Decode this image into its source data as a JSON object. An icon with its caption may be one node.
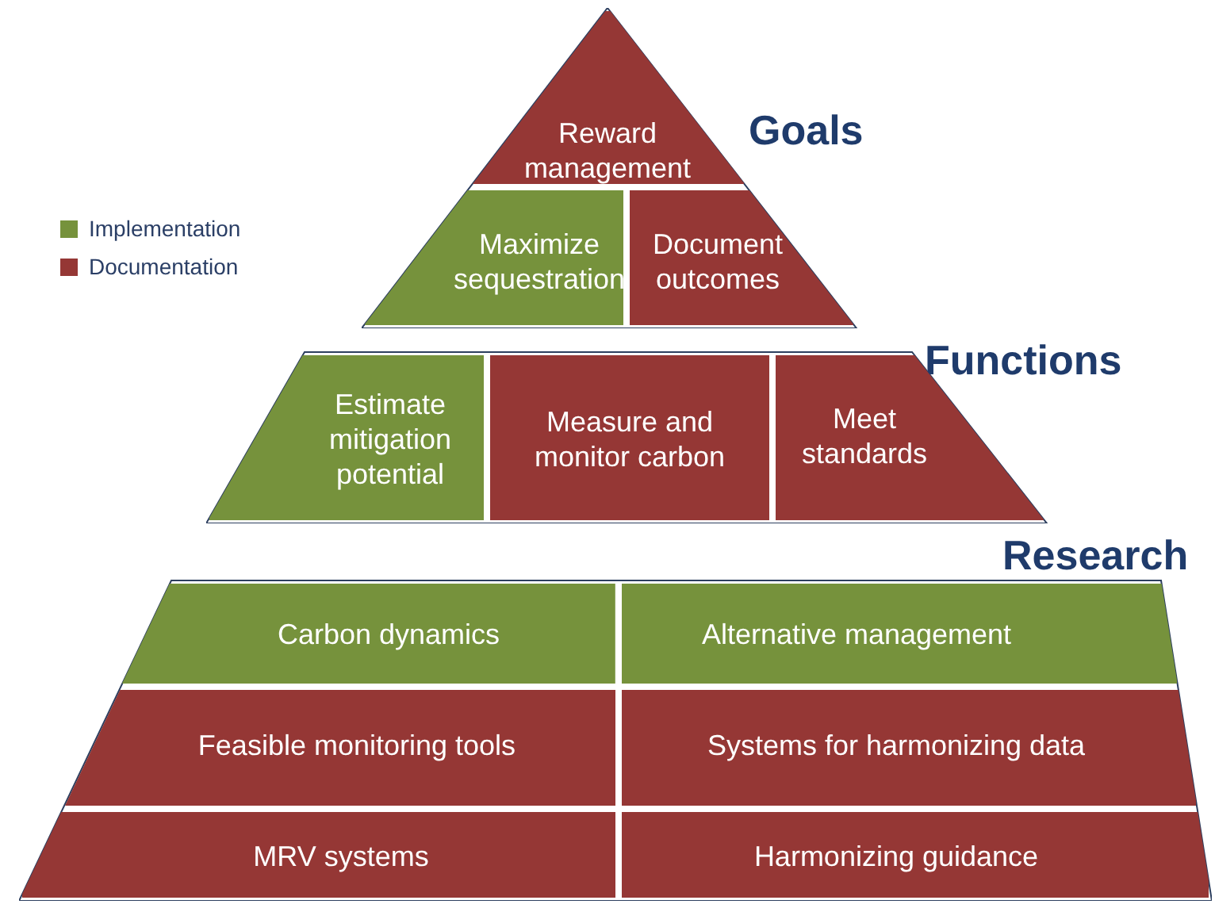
{
  "diagram": {
    "nodes": [
      {
        "text": [
          "Goals"
        ]
      },
      {
        "text": [
          "Reward management"
        ],
        "in": 0
      },
      {
        "text": [
          "Maximize sequestration"
        ],
        "in": 0
      },
      {
        "text": [
          "Document outcomes"
        ],
        "in": 0
      },
      {
        "text": [
          "Functions"
        ]
      },
      {
        "text": [
          "Estimate mitigation potential"
        ],
        "in": 4
      },
      {
        "text": [
          "Measure and monitor carbon"
        ],
        "in": 4
      },
      {
        "text": [
          "Meet standards"
        ],
        "in": 4
      },
      {
        "text": [
          "Research"
        ]
      },
      {
        "text": [
          "Carbon dynamics"
        ],
        "in": 8
      },
      {
        "text": [
          "Alternative management"
        ],
        "in": 8
      },
      {
        "text": [
          "Feasible monitoring tools"
        ],
        "in": 8
      },
      {
        "text": [
          "Systems for harmonizing data"
        ],
        "in": 8
      },
      {
        "text": [
          "MRV systems"
        ],
        "in": 8
      },
      {
        "text": [
          "Harmonizing guidance"
        ],
        "in": 8
      }
    ],
    "legend": [
      {
        "text": "Implementation",
        "color": "#76923c"
      },
      {
        "text": "Documentation",
        "color": "#953735"
      }
    ]
  }
}
